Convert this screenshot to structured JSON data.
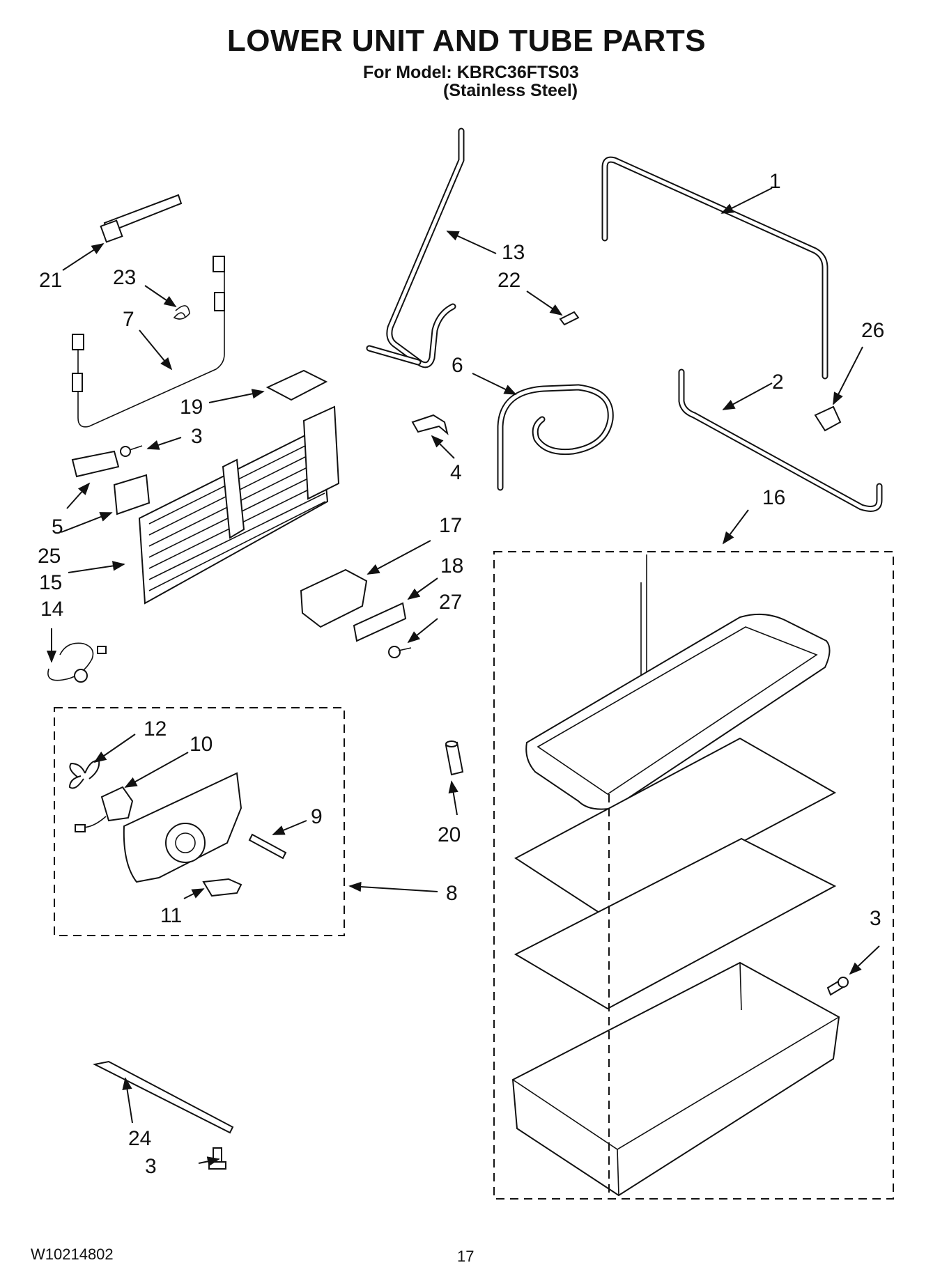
{
  "header": {
    "title": "LOWER UNIT AND TUBE PARTS",
    "model_line": "For Model: KBRC36FTS03",
    "finish_line": "(Stainless Steel)"
  },
  "callouts": {
    "c1": "1",
    "c2": "2",
    "c3a": "3",
    "c3b": "3",
    "c3c": "3",
    "c4": "4",
    "c5": "5",
    "c6": "6",
    "c7": "7",
    "c8": "8",
    "c9": "9",
    "c10": "10",
    "c11": "11",
    "c12": "12",
    "c13": "13",
    "c14": "14",
    "c15": "15",
    "c16": "16",
    "c17": "17",
    "c18": "18",
    "c19": "19",
    "c20": "20",
    "c21": "21",
    "c22": "22",
    "c23": "23",
    "c24": "24",
    "c25": "25",
    "c26": "26",
    "c27": "27"
  },
  "footer": {
    "doc_number": "W10214802",
    "page_number": "17"
  }
}
